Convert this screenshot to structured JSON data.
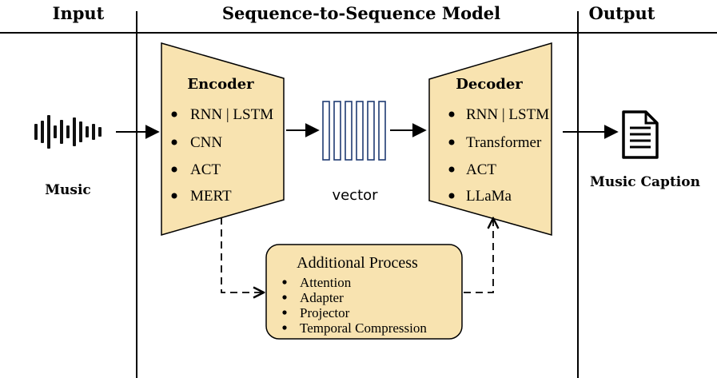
{
  "header": {
    "input_label": "Input",
    "model_label": "Sequence-to-Sequence Model",
    "output_label": "Output"
  },
  "input": {
    "label": "Music",
    "icon": "waveform-icon"
  },
  "encoder": {
    "title": "Encoder",
    "items": [
      "RNN | LSTM",
      "CNN",
      "ACT",
      "MERT"
    ]
  },
  "vector": {
    "label": "vector",
    "cells": 6
  },
  "decoder": {
    "title": "Decoder",
    "items": [
      "RNN | LSTM",
      "Transformer",
      "ACT",
      "LLaMa"
    ]
  },
  "output": {
    "label": "Music Caption",
    "icon": "document-icon"
  },
  "additional_process": {
    "title": "Additional Process",
    "items": [
      "Attention",
      "Adapter",
      "Projector",
      "Temporal Compression"
    ]
  },
  "colors": {
    "block_fill": "#F8E3B0",
    "line": "#000000"
  }
}
